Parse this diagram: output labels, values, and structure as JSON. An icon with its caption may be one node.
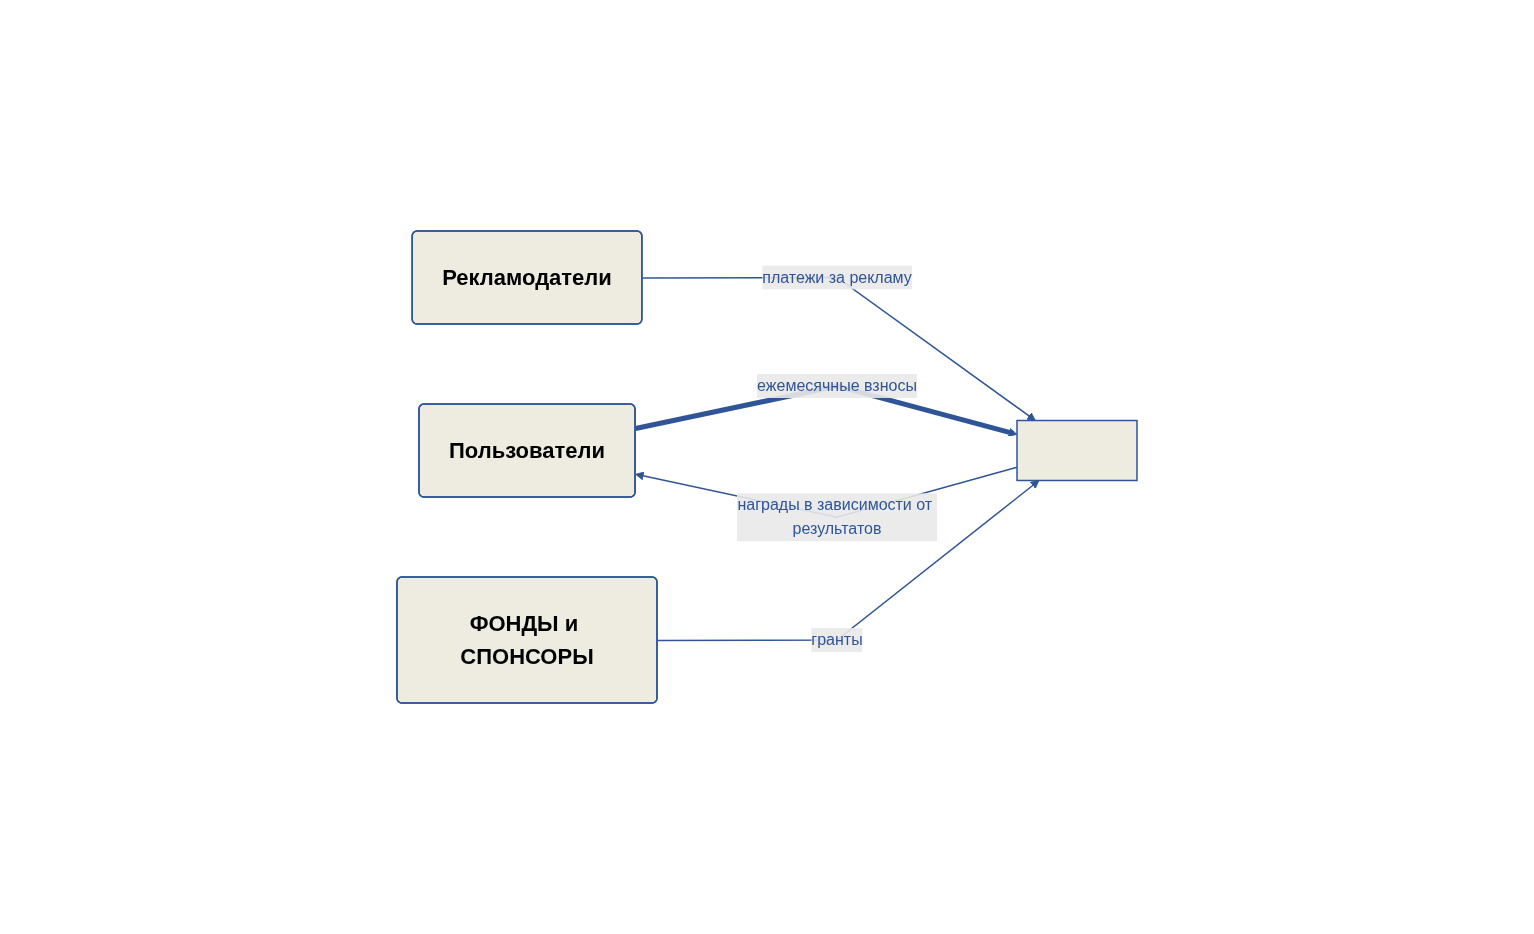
{
  "diagram": {
    "nodes": [
      {
        "text": [
          "Пользователи"
        ]
      },
      {
        "text": [],
        "shape": "box"
      },
      {
        "text": [
          "Рекламодатели"
        ]
      },
      {
        "text": [
          "ФОНДЫ и СПОНСОРЫ"
        ]
      }
    ],
    "edges": [
      {
        "from": 0,
        "to": 1,
        "arrow": "to",
        "label": "ежемесячные взносы",
        "style": "thick"
      },
      {
        "from": 1,
        "to": 0,
        "arrow": "to",
        "label": "награды в зависимости от результатов"
      },
      {
        "from": 2,
        "to": 1,
        "arrow": "to",
        "label": "платежи за рекламу"
      },
      {
        "from": 3,
        "to": 1,
        "arrow": "to",
        "label": "гранты"
      }
    ]
  }
}
